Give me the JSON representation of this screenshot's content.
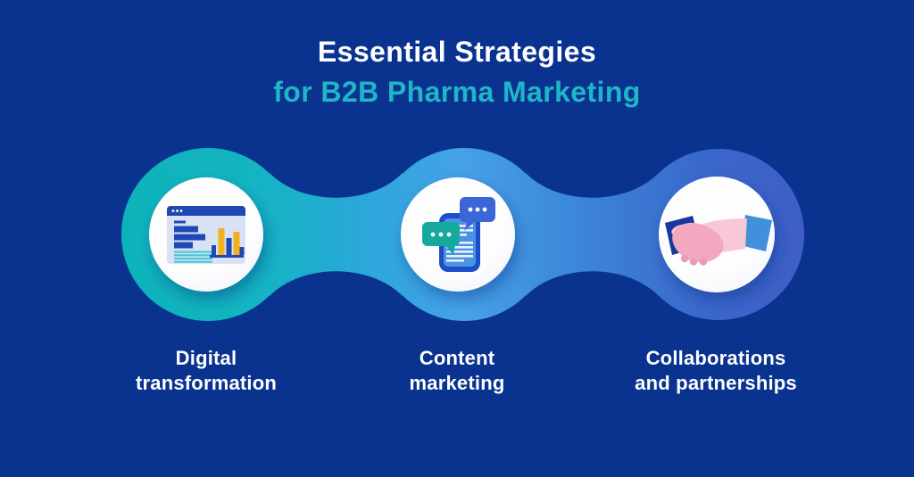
{
  "title": {
    "line1": "Essential Strategies",
    "line2": "for B2B Pharma Marketing"
  },
  "steps": [
    {
      "id": "digital-transformation",
      "label": [
        "Digital",
        "transformation"
      ],
      "icon": "browser-analytics-icon",
      "ring_color": "#0db3ba"
    },
    {
      "id": "content-marketing",
      "label": [
        "Content",
        "marketing"
      ],
      "icon": "chat-bubbles-phone-icon",
      "ring_color": "#46a1e7"
    },
    {
      "id": "collaborations-partnerships",
      "label": [
        "Collaborations",
        "and partnerships"
      ],
      "icon": "handshake-icon",
      "ring_color": "#3e5ec6"
    }
  ],
  "colors": {
    "background": "#0a3390",
    "title_line1": "#ffffff",
    "title_line2": "#1fb6c7",
    "band_gradient_start": "#0db3ba",
    "band_gradient_mid": "#46a1e7",
    "band_gradient_end": "#3e5ec6",
    "sphere_fill": "#ffffff",
    "label_text": "#ffffff",
    "icon_dark_blue": "#1e49b4",
    "icon_panel": "#d9e1f6",
    "icon_teal": "#15a89d",
    "icon_yellow": "#f2b01e",
    "icon_bubble_blue": "#3b66d8",
    "icon_phone_screen": "#4a92e4",
    "hand_light_pink": "#f8c8d6",
    "hand_mid_pink": "#f2a9c0",
    "sleeve_navy": "#16379e",
    "sleeve_light_blue": "#4090dc"
  }
}
